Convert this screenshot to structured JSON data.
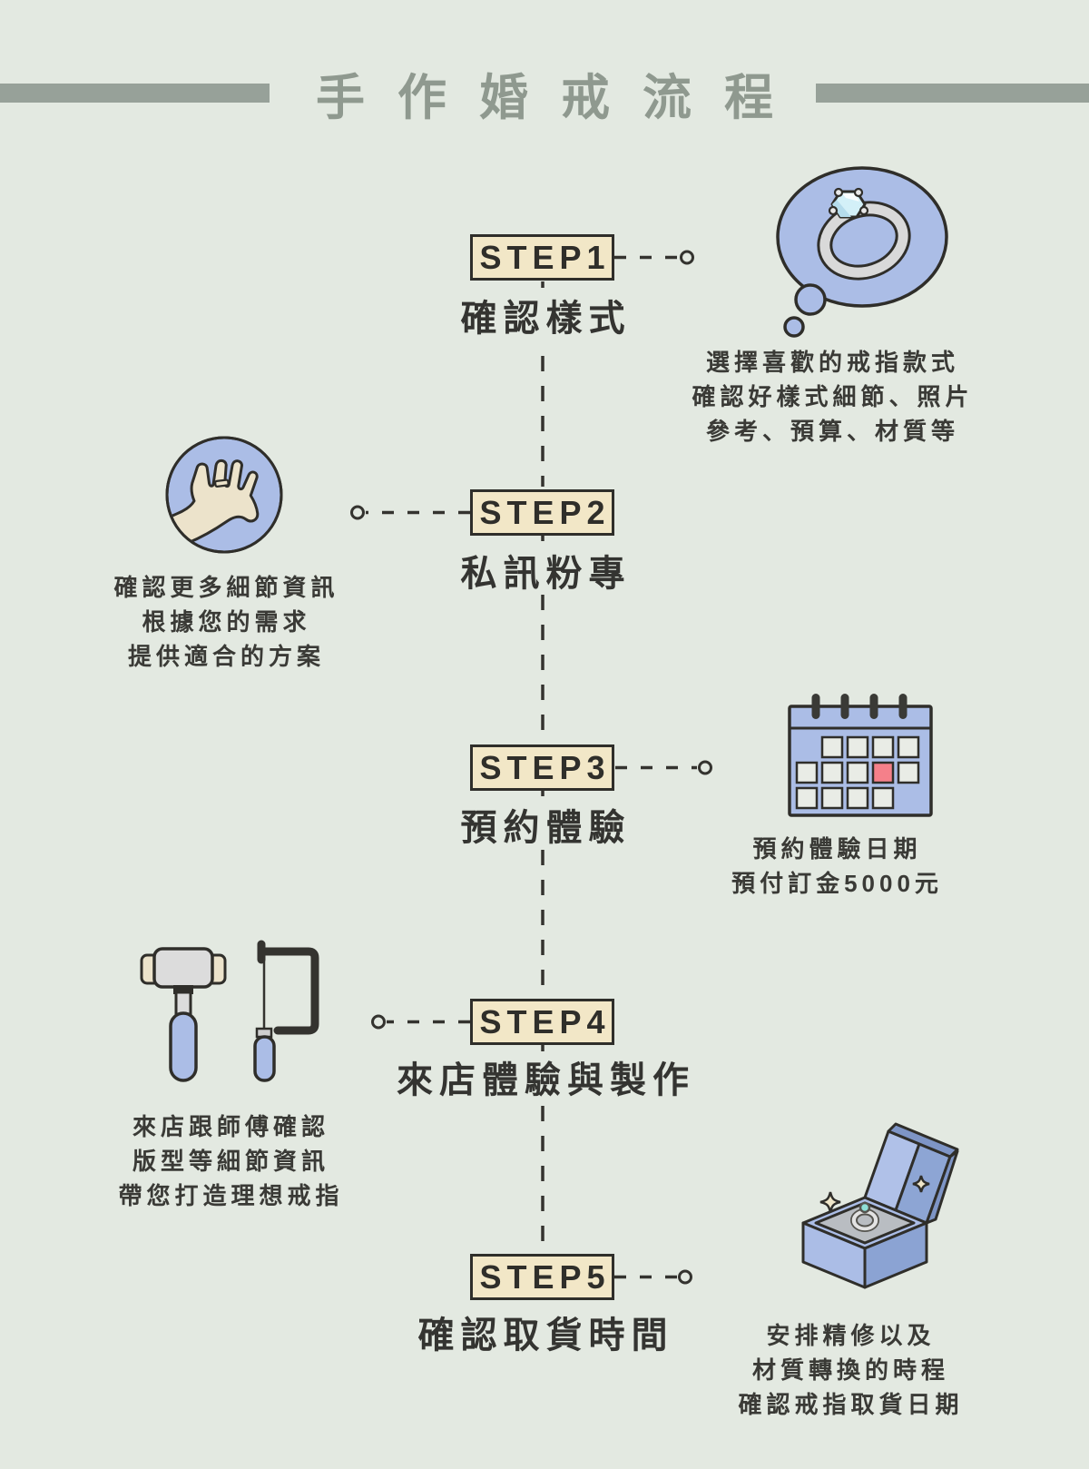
{
  "title": "手作婚戒流程",
  "colors": {
    "background": "#e3e9e1",
    "accent_blue": "#abbde6",
    "badge_fill": "#f2e7c7",
    "outline": "#2f2e2a",
    "title_gray": "#97a199",
    "calendar_highlight_red": "#f5808a",
    "cream": "#ece3cb",
    "metal_gray": "#d9d9d9",
    "gem_blue": "#d3f0f8",
    "gem_teal": "#8fe0d8",
    "text": "#3a3a36"
  },
  "steps": [
    {
      "badge": "STEP1",
      "label": "確認樣式",
      "side": "right",
      "icon": "ring-thought-bubble-icon",
      "desc": [
        "選擇喜歡的戒指款式",
        "確認好樣式細節、照片",
        "參考、預算、材質等"
      ]
    },
    {
      "badge": "STEP2",
      "label": "私訊粉專",
      "side": "left",
      "icon": "hand-with-ring-icon",
      "desc": [
        "確認更多細節資訊",
        "根據您的需求",
        "提供適合的方案"
      ]
    },
    {
      "badge": "STEP3",
      "label": "預約體驗",
      "side": "right",
      "icon": "calendar-icon",
      "desc": [
        "預約體驗日期",
        "預付訂金5000元"
      ]
    },
    {
      "badge": "STEP4",
      "label": "來店體驗與製作",
      "side": "left",
      "icon": "hammer-and-saw-icon",
      "desc": [
        "來店跟師傅確認",
        "版型等細節資訊",
        "帶您打造理想戒指"
      ]
    },
    {
      "badge": "STEP5",
      "label": "確認取貨時間",
      "side": "right",
      "icon": "ring-box-icon",
      "desc": [
        "安排精修以及",
        "材質轉換的時程",
        "確認戒指取貨日期"
      ]
    }
  ]
}
